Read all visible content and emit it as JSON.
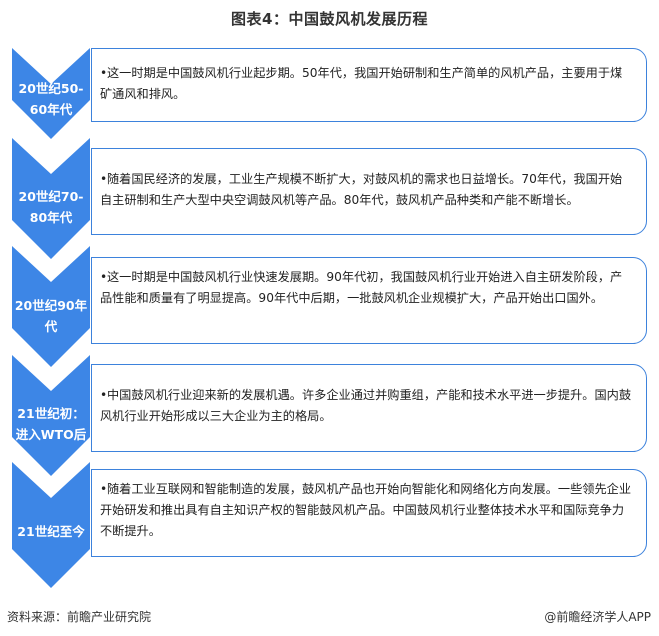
{
  "title": "图表4：中国鼓风机发展历程",
  "colors": {
    "accent": "#3d86e6",
    "border": "#3d82dc"
  },
  "bullet_symbol": "•",
  "stages": [
    {
      "label_lines": [
        "20世纪50-",
        "60年代"
      ],
      "text": "这一时期是中国鼓风机行业起步期。50年代，我国开始研制和生产简单的风机产品，主要用于煤矿通风和排风。"
    },
    {
      "label_lines": [
        "20世纪70-",
        "80年代"
      ],
      "text": "随着国民经济的发展，工业生产规模不断扩大，对鼓风机的需求也日益增长。70年代，我国开始自主研制和生产大型中央空调鼓风机等产品。80年代，鼓风机产品种类和产能不断增长。"
    },
    {
      "label_lines": [
        "20世纪90年",
        "代"
      ],
      "text": "这一时期是中国鼓风机行业快速发展期。90年代初，我国鼓风机行业开始进入自主研发阶段，产品性能和质量有了明显提高。90年代中后期，一批鼓风机企业规模扩大，产品开始出口国外。"
    },
    {
      "label_lines": [
        "21世纪初：",
        "进入WTO后"
      ],
      "text": "中国鼓风机行业迎来新的发展机遇。许多企业通过并购重组，产能和技术水平进一步提升。国内鼓风机行业开始形成以三大企业为主的格局。"
    },
    {
      "label_lines": [
        "21世纪至今"
      ],
      "text": "随着工业互联网和智能制造的发展，鼓风机产品也开始向智能化和网络化方向发展。一些领先企业开始研发和推出具有自主知识产权的智能鼓风机产品。中国鼓风机行业整体技术水平和国际竞争力不断提升。"
    }
  ],
  "footer": {
    "source": "资料来源：前瞻产业研究院",
    "credit": "@前瞻经济学人APP"
  }
}
